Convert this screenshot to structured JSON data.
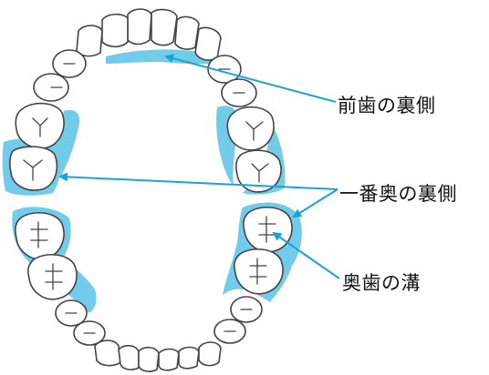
{
  "labels": {
    "front_teeth_back": "前歯の裏側",
    "rearmost_back": "一番奥の裏側",
    "molar_grooves": "奥歯の溝"
  },
  "colors": {
    "highlight": "#5bc2e7",
    "pointer": "#1aa3d9",
    "outline": "#444444"
  }
}
